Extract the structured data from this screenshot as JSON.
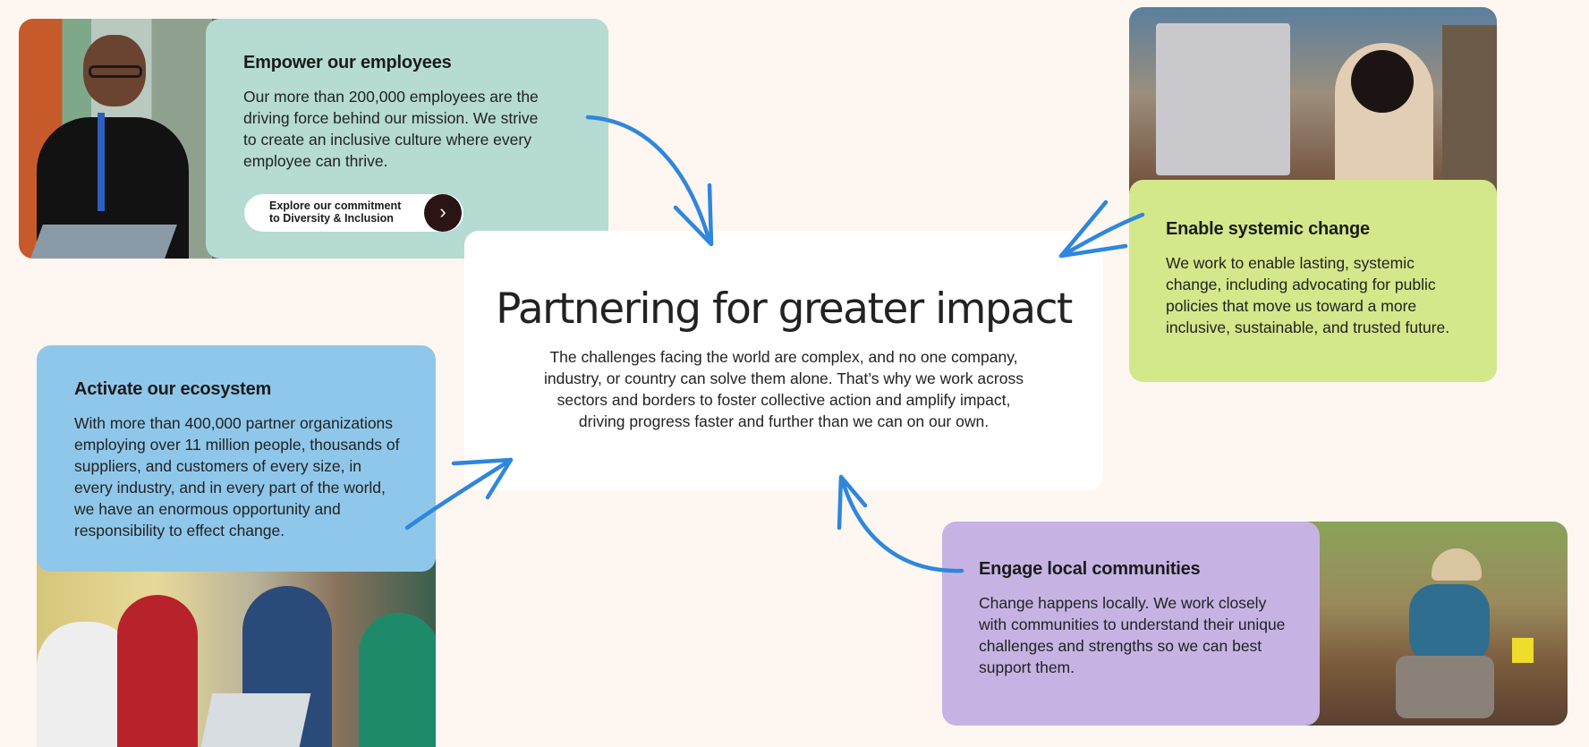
{
  "center": {
    "title": "Partnering for greater impact",
    "body": "The challenges facing the world are complex, and no one company, industry, or country can solve them alone. That’s why we work across sectors and borders to foster collective action and amplify impact, driving progress faster and further than we can on our own."
  },
  "employees": {
    "title": "Empower our employees",
    "body": "Our more than 200,000 employees are the driving force behind our mission. We strive to create an inclusive culture where every employee can thrive.",
    "cta_line1": "Explore our commitment",
    "cta_line2": "to Diversity & Inclusion",
    "cta_icon": "chevron-right-icon"
  },
  "systemic": {
    "title": "Enable systemic change",
    "body": "We work to enable lasting, systemic change, including advocating for public policies that move us toward a more inclusive, sustainable, and trusted future."
  },
  "ecosystem": {
    "title": "Activate our ecosystem",
    "body": "With more than 400,000 partner organizations employing over 11 million people, thousands of suppliers, and customers of every size, in every industry, and in every part of the world, we have an enormous opportunity and responsibility to effect change."
  },
  "communities": {
    "title": "Engage local communities",
    "body": "Change happens locally. We work closely with communities to understand their unique challenges and strengths so we can best support them."
  },
  "colors": {
    "background": "#fdf6f1",
    "employees_card": "#b5dbd3",
    "systemic_card": "#d3e88a",
    "ecosystem_card": "#8fc7ea",
    "communities_card": "#c6b3e3",
    "arrow": "#2f86dd"
  }
}
